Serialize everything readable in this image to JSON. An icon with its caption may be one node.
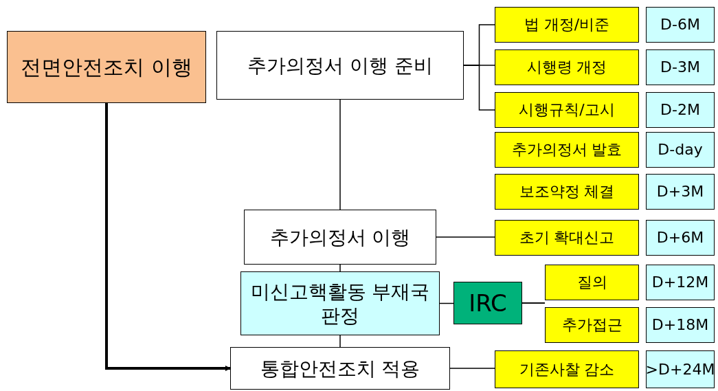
{
  "diagram": {
    "nodes": [
      {
        "text": [
          "전면안전조치 이행"
        ]
      },
      {
        "text": [
          "추가의정서 이행 준비"
        ]
      },
      {
        "text": [
          "법 개정/비준"
        ]
      },
      {
        "text": [
          "D-6M"
        ]
      },
      {
        "text": [
          "시행령 개정"
        ]
      },
      {
        "text": [
          "D-3M"
        ]
      },
      {
        "text": [
          "시행규칙/고시"
        ]
      },
      {
        "text": [
          "D-2M"
        ]
      },
      {
        "text": [
          "추가의정서 발효"
        ]
      },
      {
        "text": [
          "D-day"
        ]
      },
      {
        "text": [
          "보조약정 체결"
        ]
      },
      {
        "text": [
          "D+3M"
        ]
      },
      {
        "text": [
          "추가의정서 이행"
        ]
      },
      {
        "text": [
          "초기 확대신고"
        ]
      },
      {
        "text": [
          "D+6M"
        ]
      },
      {
        "text": [
          "미신고핵활동 부재국 판정"
        ]
      },
      {
        "text": [
          "IRC"
        ]
      },
      {
        "text": [
          "질의"
        ]
      },
      {
        "text": [
          "D+12M"
        ]
      },
      {
        "text": [
          "추가접근"
        ]
      },
      {
        "text": [
          "D+18M"
        ]
      },
      {
        "text": [
          "통합안전조치 적용"
        ]
      },
      {
        "text": [
          "기존사찰 감소"
        ]
      },
      {
        "text": [
          ">D+24M"
        ]
      }
    ],
    "edges": [
      {
        "from": 1,
        "to": 2,
        "arrow": "none"
      },
      {
        "from": 1,
        "to": 4,
        "arrow": "none"
      },
      {
        "from": 1,
        "to": 6,
        "arrow": "none"
      },
      {
        "from": 1,
        "to": 12,
        "arrow": "none"
      },
      {
        "from": 12,
        "to": 13,
        "arrow": "none"
      },
      {
        "from": 12,
        "to": 15,
        "arrow": "none"
      },
      {
        "from": 15,
        "to": 16,
        "arrow": "none"
      },
      {
        "from": 16,
        "to": 17,
        "arrow": "none"
      },
      {
        "from": 16,
        "to": 19,
        "arrow": "none"
      },
      {
        "from": 15,
        "to": 21,
        "arrow": "none"
      },
      {
        "from": 21,
        "to": 22,
        "arrow": "none"
      },
      {
        "from": 0,
        "to": 21,
        "arrow": "to",
        "style": "thick"
      }
    ]
  }
}
